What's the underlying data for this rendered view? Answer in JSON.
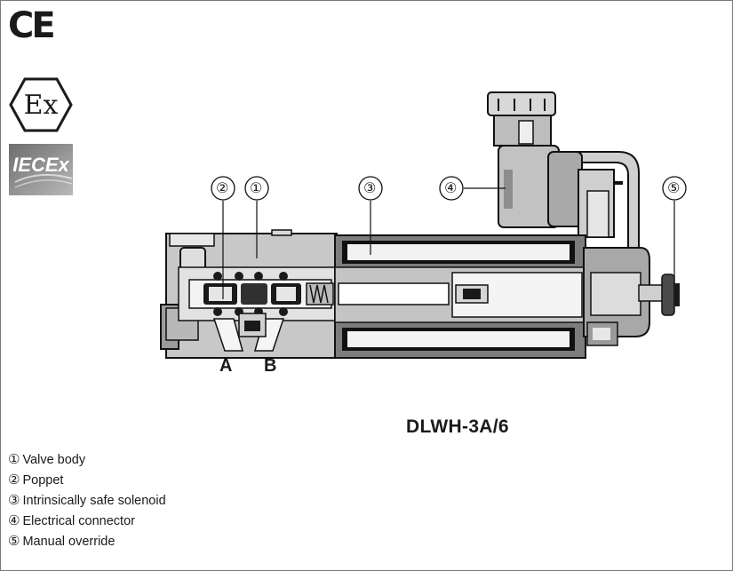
{
  "certifications": {
    "ce": "CE",
    "atex": "Ex",
    "iecex": "IECEx"
  },
  "diagram": {
    "callouts": [
      {
        "num": "②"
      },
      {
        "num": "①"
      },
      {
        "num": "③"
      },
      {
        "num": "④"
      },
      {
        "num": "⑤"
      }
    ],
    "ports": {
      "a": "A",
      "b": "B"
    },
    "model": "DLWH-3A/6"
  },
  "legend": [
    {
      "num": "①",
      "label": "Valve body"
    },
    {
      "num": "②",
      "label": "Poppet"
    },
    {
      "num": "③",
      "label": "Intrinsically safe solenoid"
    },
    {
      "num": "④",
      "label": "Electrical connector"
    },
    {
      "num": "⑤",
      "label": "Manual override"
    }
  ]
}
